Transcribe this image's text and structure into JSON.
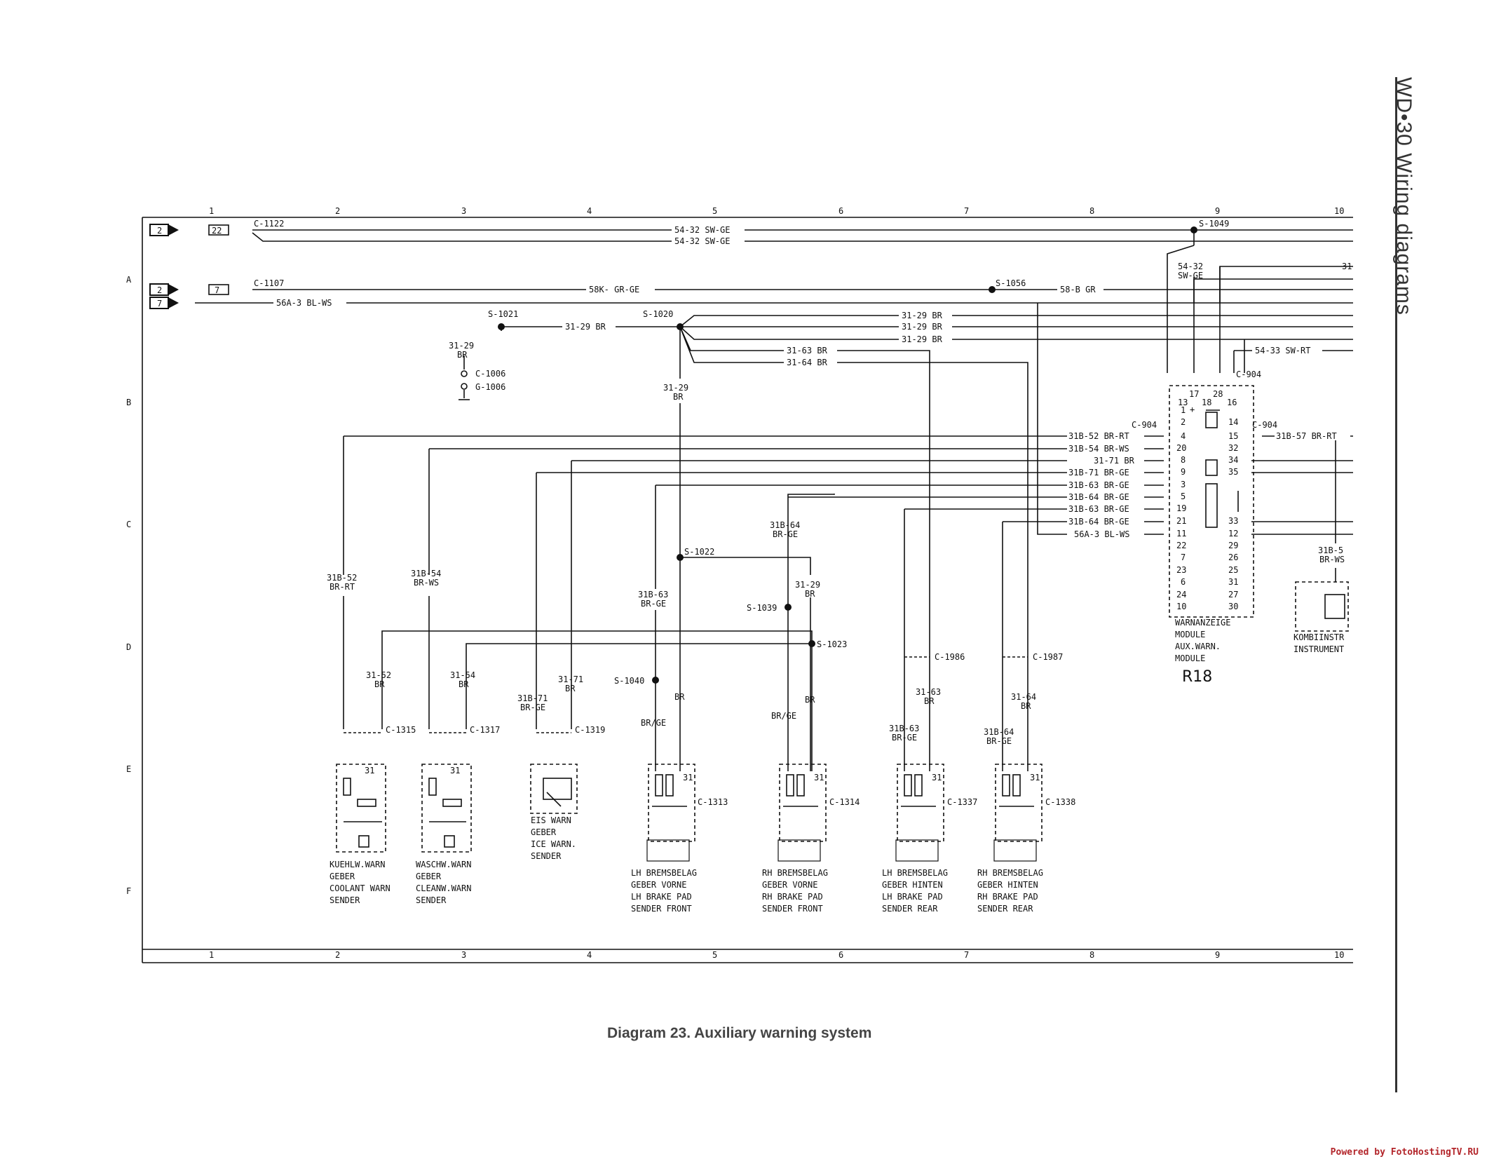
{
  "page": {
    "side_title": "WD•30 Wiring diagrams",
    "caption": "Diagram 23. Auxiliary warning system",
    "footer": "Powered by FotoHostingTV.RU"
  },
  "grid": {
    "columns": [
      "1",
      "2",
      "3",
      "4",
      "5",
      "6",
      "7",
      "8",
      "9",
      "10"
    ],
    "rows": [
      "A",
      "B",
      "C",
      "D",
      "E",
      "F"
    ]
  },
  "references": {
    "ref_a": "2",
    "ref_b": "2",
    "ref_c": "7",
    "fuse_22": "22",
    "fuse_7": "7"
  },
  "connectors": {
    "c1122": "C-1122",
    "c1107": "C-1107",
    "c1006": "C-1006",
    "g1006": "G-1006",
    "c904_top": "C-904",
    "c904_left": "C-904",
    "c904_right": "C-904",
    "c1315": "C-1315",
    "c1317": "C-1317",
    "c1319": "C-1319",
    "c1313": "C-1313",
    "c1314": "C-1314",
    "c1337": "C-1337",
    "c1338": "C-1338",
    "c1986": "C-1986",
    "c1987": "C-1987"
  },
  "splices": {
    "s1049": "S-1049",
    "s1056": "S-1056",
    "s1021": "S-1021",
    "s1020": "S-1020",
    "s1022": "S-1022",
    "s1039": "S-1039",
    "s1023": "S-1023",
    "s1040": "S-1040"
  },
  "wires": {
    "w1": "54-32 SW-GE",
    "w2": "54-32 SW-GE",
    "w3": "58K- GR-GE",
    "w4": "58-B GR",
    "w5": "56A-3 BL-WS",
    "w6": "31-29 BR",
    "w7": "31-29 BR",
    "w8": "31-29 BR",
    "w9": "31-29 BR",
    "w10": "31-63 BR",
    "w11": "31-64 BR",
    "w12": "54-33 SW-RT",
    "w13": "31",
    "v_5432": "54-32",
    "v_swge": "SW-GE",
    "v_3129a": "31-29",
    "v_bra": "BR",
    "v_3129b": "31-29",
    "v_brb": "BR",
    "r1": "31B-52 BR-RT",
    "r2": "31B-54 BR-WS",
    "r3": "31-71 BR",
    "r4": "31B-71 BR-GE",
    "r5": "31B-63 BR-GE",
    "r6": "31B-64 BR-GE",
    "r7": "31B-63 BR-GE",
    "r8": "31B-64 BR-GE",
    "r9": "56A-3 BL-WS",
    "r10": "31B-57 BR-RT",
    "b1a": "31B-52",
    "b1b": "BR-RT",
    "b2a": "31B-54",
    "b2b": "BR-WS",
    "b3a": "31-52",
    "b3b": "BR",
    "b4a": "31-54",
    "b4b": "BR",
    "b5a": "31B-71",
    "b5b": "BR-GE",
    "b6a": "31-71",
    "b6b": "BR",
    "b7a": "31B-63",
    "b7b": "BR-GE",
    "b8": "BR",
    "b9": "BR/GE",
    "b10a": "31B-64",
    "b10b": "BR-GE",
    "b11a": "31-29",
    "b11b": "BR",
    "b12": "BR/GE",
    "b13": "BR",
    "b14a": "31-63",
    "b14b": "BR",
    "b15a": "31B-63",
    "b15b": "BR-GE",
    "b16a": "31-64",
    "b16b": "BR",
    "b17a": "31B-64",
    "b17b": "BR-GE",
    "b18a": "31B-5",
    "b18b": "BR-WS"
  },
  "module": {
    "top_pins": [
      "13",
      "17",
      "18",
      "28",
      "16"
    ],
    "left_pins": [
      "1",
      "2",
      "4",
      "20",
      "8",
      "9",
      "3",
      "5",
      "19",
      "21",
      "11",
      "22",
      "7",
      "23",
      "6",
      "24",
      "10"
    ],
    "right_pins": [
      "14",
      "15",
      "32",
      "34",
      "35",
      "33",
      "12",
      "29",
      "26",
      "25",
      "31",
      "27",
      "30"
    ],
    "name_lines": [
      "WARNANZEIGE",
      "MODULE",
      "AUX.WARN.",
      "MODULE"
    ],
    "id": "R18",
    "plus": "+"
  },
  "components": {
    "coolant": [
      "KUEHLW.WARN",
      "GEBER",
      "COOLANT WARN",
      "SENDER"
    ],
    "washer": [
      "WASCHW.WARN",
      "GEBER",
      "CLEANW.WARN",
      "SENDER"
    ],
    "ice": [
      "EIS WARN",
      "GEBER",
      "ICE WARN.",
      "SENDER"
    ],
    "lh_front": [
      "LH BREMSBELAG",
      "GEBER VORNE",
      "LH BRAKE PAD",
      "SENDER FRONT"
    ],
    "rh_front": [
      "RH BREMSBELAG",
      "GEBER VORNE",
      "RH BRAKE PAD",
      "SENDER FRONT"
    ],
    "lh_rear": [
      "LH BREMSBELAG",
      "GEBER HINTEN",
      "LH BRAKE PAD",
      "SENDER REAR"
    ],
    "rh_rear": [
      "RH BREMSBELAG",
      "GEBER HINTEN",
      "RH BRAKE PAD",
      "SENDER REAR"
    ],
    "kombi": [
      "KOMBIINSTR",
      "INSTRUMENT"
    ],
    "sender_31a": "31",
    "sender_31b": "31",
    "pad_31a": "31",
    "pad_31b": "31",
    "pad_31c": "31",
    "pad_31d": "31"
  }
}
